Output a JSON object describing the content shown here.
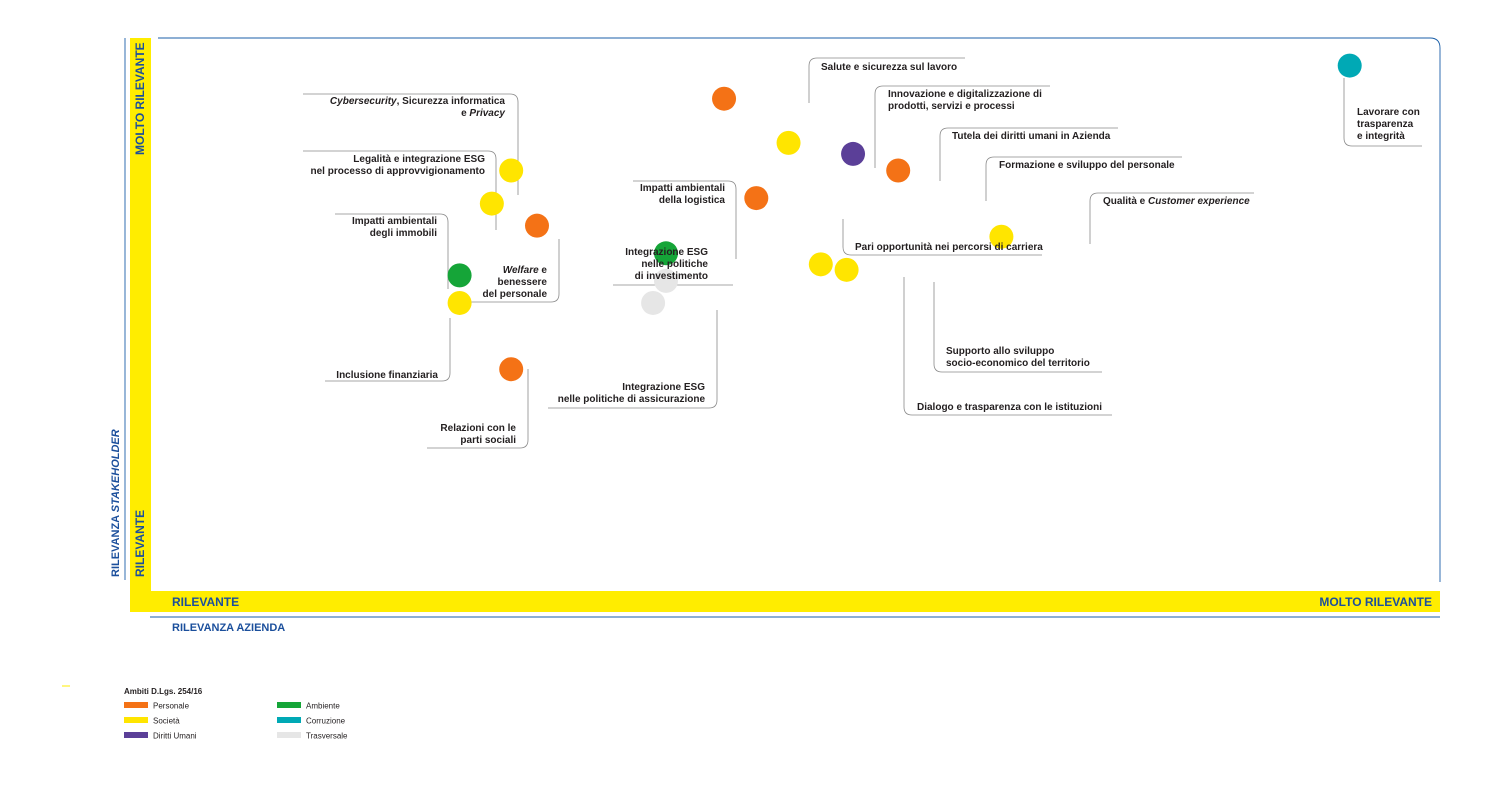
{
  "chart_data": {
    "type": "scatter",
    "x_axis": {
      "title": "RILEVANZA AZIENDA",
      "low_label": "RILEVANTE",
      "high_label": "MOLTO RILEVANTE"
    },
    "y_axis": {
      "title_prefix": "RILEVANZA ",
      "title_emphasis": "STAKEHOLDER",
      "low_label": "RILEVANTE",
      "high_label": "MOLTO RILEVANTE"
    },
    "colors": {
      "personale": "#f47216",
      "societa": "#ffe500",
      "diritti_umani": "#5b3f98",
      "ambiente": "#15a538",
      "corruzione": "#00a9b5",
      "trasversale": "#e6e6e6",
      "axis_band": "#ffed00",
      "axis_text": "#1b4f9c",
      "frame": "#1b5fa8"
    },
    "legend": {
      "title": "Ambiti D.Lgs. 254/16",
      "items": [
        {
          "key": "personale",
          "label": "Personale"
        },
        {
          "key": "societa",
          "label": "Società"
        },
        {
          "key": "diritti_umani",
          "label": "Diritti Umani"
        },
        {
          "key": "ambiente",
          "label": "Ambiente"
        },
        {
          "key": "corruzione",
          "label": "Corruzione"
        },
        {
          "key": "trasversale",
          "label": "Trasversale"
        }
      ]
    },
    "points": [
      {
        "id": "cyber",
        "x": 0.28,
        "y": 0.76,
        "category": "societa",
        "label": [
          "[i]Cybersecurity[/i], Sicurezza informatica",
          "e [i]Privacy[/i]"
        ]
      },
      {
        "id": "legalita",
        "x": 0.265,
        "y": 0.7,
        "category": "societa",
        "label": [
          "Legalità e integrazione ESG",
          "nel processo di approvvigionamento"
        ]
      },
      {
        "id": "immobili",
        "x": 0.24,
        "y": 0.57,
        "category": "ambiente",
        "label": [
          "Impatti ambientali",
          "degli immobili"
        ]
      },
      {
        "id": "inclusione",
        "x": 0.24,
        "y": 0.52,
        "category": "societa",
        "label": [
          "Inclusione finanziaria"
        ]
      },
      {
        "id": "welfare",
        "x": 0.3,
        "y": 0.66,
        "category": "personale",
        "label": [
          "[i]Welfare[/i] e",
          "benessere",
          "del personale"
        ]
      },
      {
        "id": "relazioni",
        "x": 0.28,
        "y": 0.4,
        "category": "personale",
        "label": [
          "Relazioni con le",
          "parti sociali"
        ]
      },
      {
        "id": "logistica",
        "x": 0.4,
        "y": 0.61,
        "category": "ambiente",
        "label": [
          "Impatti ambientali",
          "della logistica"
        ]
      },
      {
        "id": "investimento",
        "x": 0.4,
        "y": 0.56,
        "category": "trasversale",
        "label": [
          "Integrazione ESG",
          "nelle politiche",
          "di investimento"
        ]
      },
      {
        "id": "assicurazione",
        "x": 0.39,
        "y": 0.52,
        "category": "trasversale",
        "label": [
          "Integrazione ESG",
          "nelle politiche di assicurazione"
        ]
      },
      {
        "id": "salute",
        "x": 0.445,
        "y": 0.89,
        "category": "personale",
        "label": [
          "Salute e sicurezza sul lavoro"
        ]
      },
      {
        "id": "innovazione",
        "x": 0.495,
        "y": 0.81,
        "category": "societa",
        "label": [
          "Innovazione e digitalizzazione di",
          "prodotti, servizi e processi"
        ]
      },
      {
        "id": "diritti",
        "x": 0.545,
        "y": 0.79,
        "category": "diritti_umani",
        "label": [
          "Tutela dei diritti umani in Azienda"
        ]
      },
      {
        "id": "formazione",
        "x": 0.58,
        "y": 0.76,
        "category": "personale",
        "label": [
          "Formazione e sviluppo del personale"
        ]
      },
      {
        "id": "pari",
        "x": 0.47,
        "y": 0.71,
        "category": "personale",
        "label": [
          "Pari opportunità nei percorsi di carriera"
        ]
      },
      {
        "id": "qualita",
        "x": 0.66,
        "y": 0.64,
        "category": "societa",
        "label": [
          "Qualità e [i]Customer experience[/i]"
        ]
      },
      {
        "id": "dialogo",
        "x": 0.52,
        "y": 0.59,
        "category": "societa",
        "label": [
          "Dialogo e trasparenza con le istituzioni"
        ]
      },
      {
        "id": "supporto",
        "x": 0.54,
        "y": 0.58,
        "category": "societa",
        "label": [
          "Supporto allo sviluppo",
          "socio-economico del territorio"
        ]
      },
      {
        "id": "trasparenza",
        "x": 0.93,
        "y": 0.95,
        "category": "corruzione",
        "label": [
          "Lavorare con",
          "trasparenza",
          "e integrità"
        ]
      }
    ]
  }
}
